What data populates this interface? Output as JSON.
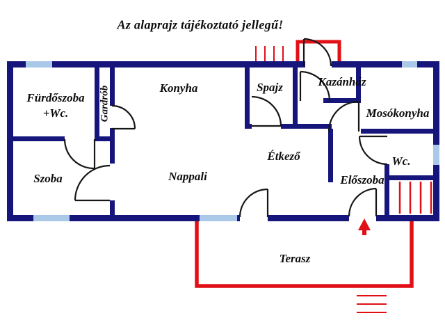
{
  "title": "Az alaprajz tájékoztató jellegű!",
  "rooms": {
    "furdoszoba": {
      "label": "Fürdőszoba",
      "label2": "+Wc."
    },
    "gardrob": {
      "label": "Gardrób"
    },
    "konyha": {
      "label": "Konyha"
    },
    "spajz": {
      "label": "Spajz"
    },
    "kazanhaz": {
      "label": "Kazánház"
    },
    "mosokonyha": {
      "label": "Mosókonyha"
    },
    "szoba": {
      "label": "Szoba"
    },
    "nappali": {
      "label": "Nappali"
    },
    "etkezo": {
      "label": "Étkező"
    },
    "wc": {
      "label": "Wc."
    },
    "eloszoba": {
      "label": "Előszoba"
    },
    "terasz": {
      "label": "Terasz"
    }
  },
  "colors": {
    "wall": "#15157b",
    "window": "#aac9e8",
    "red": "#e01016",
    "text": "#0d0d0d",
    "background": "#ffffff"
  },
  "icons": {
    "entrance_arrow": "up-arrow"
  }
}
